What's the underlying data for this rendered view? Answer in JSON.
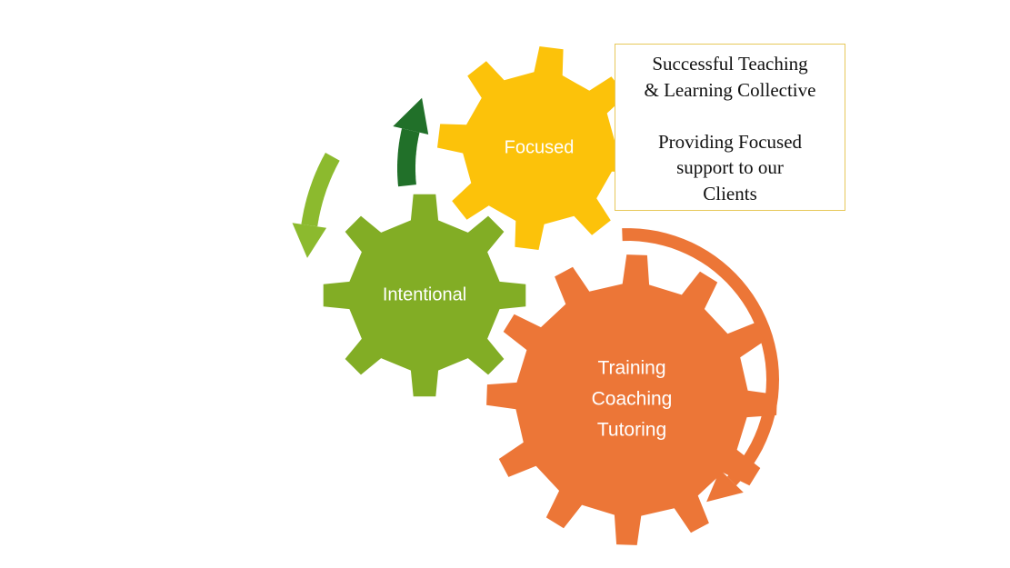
{
  "diagram": {
    "gears": {
      "focused": {
        "label": "Focused",
        "color": "#fcc20a"
      },
      "intentional": {
        "label": "Intentional",
        "color": "#82ad25"
      },
      "training": {
        "lines": [
          "Training",
          "Coaching",
          "Tutoring"
        ],
        "color": "#ec7637"
      }
    },
    "arrows": {
      "dark_green": "#217029",
      "light_green": "#8cba2e",
      "orange": "#ec7637"
    },
    "callout": {
      "title_line_1": "Successful Teaching",
      "title_line_2": "& Learning Collective",
      "body_line_1": "Providing Focused",
      "body_line_2": "support to our",
      "body_line_3": "Clients",
      "border_color": "#e7c85a"
    }
  }
}
